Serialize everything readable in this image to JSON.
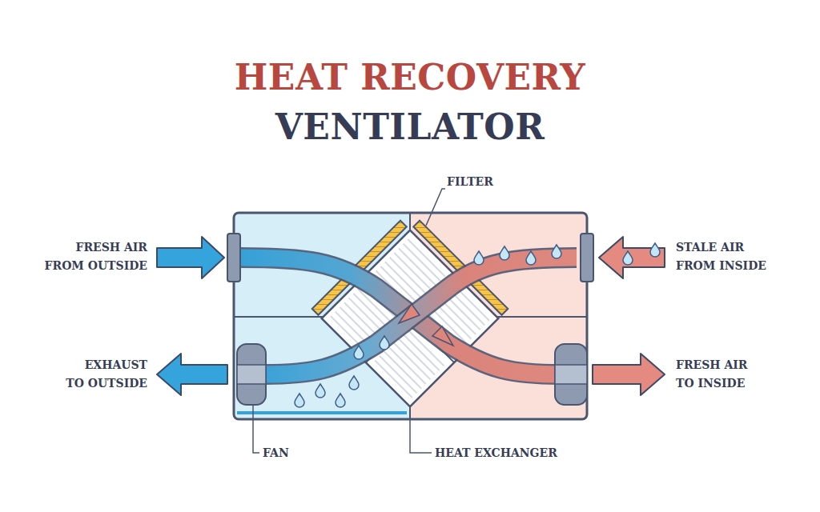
{
  "diagram": {
    "title": "HEAT RECOVERY VENTILATOR",
    "labels": [
      "FILTER",
      "FRESH AIR FROM OUTSIDE",
      "STALE AIR FROM INSIDE",
      "EXHAUST TO OUTSIDE",
      "FRESH AIR TO INSIDE",
      "FAN",
      "HEAT EXCHANGER"
    ]
  }
}
